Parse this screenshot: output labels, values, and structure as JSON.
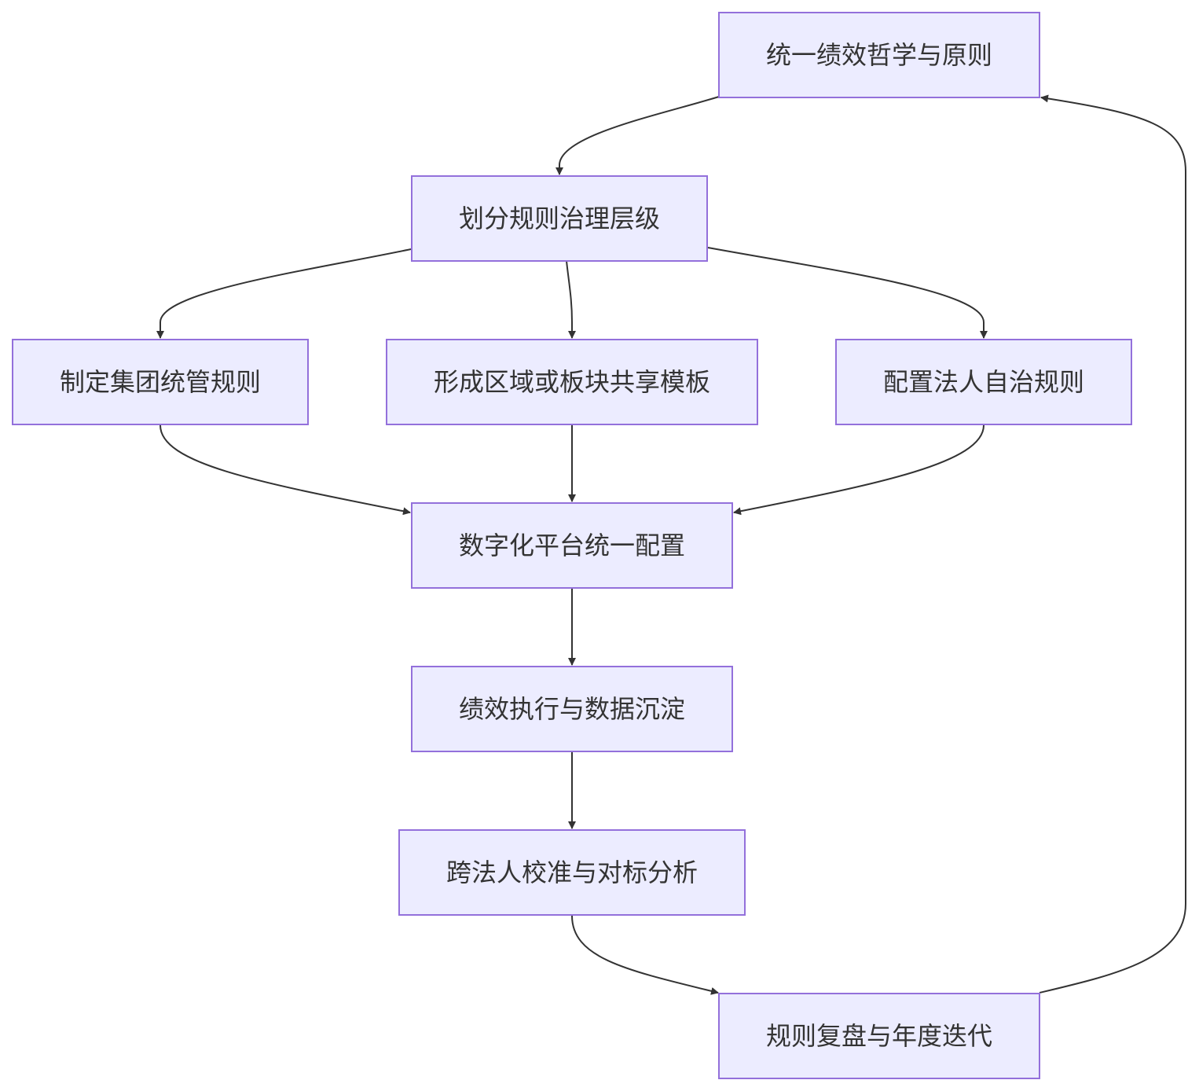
{
  "diagram": {
    "type": "flowchart",
    "colors": {
      "node_fill": "#ececff",
      "node_border": "#9370db",
      "text": "#333333",
      "edge": "#333333"
    },
    "nodes": {
      "n1": "统一绩效哲学与原则",
      "n2": "划分规则治理层级",
      "n3": "制定集团统管规则",
      "n4": "形成区域或板块共享模板",
      "n5": "配置法人自治规则",
      "n6": "数字化平台统一配置",
      "n7": "绩效执行与数据沉淀",
      "n8": "跨法人校准与对标分析",
      "n9": "规则复盘与年度迭代"
    },
    "edges": [
      {
        "from": "n1",
        "to": "n2"
      },
      {
        "from": "n2",
        "to": "n3"
      },
      {
        "from": "n2",
        "to": "n4"
      },
      {
        "from": "n2",
        "to": "n5"
      },
      {
        "from": "n3",
        "to": "n6"
      },
      {
        "from": "n4",
        "to": "n6"
      },
      {
        "from": "n5",
        "to": "n6"
      },
      {
        "from": "n6",
        "to": "n7"
      },
      {
        "from": "n7",
        "to": "n8"
      },
      {
        "from": "n8",
        "to": "n9"
      },
      {
        "from": "n9",
        "to": "n1"
      }
    ]
  }
}
